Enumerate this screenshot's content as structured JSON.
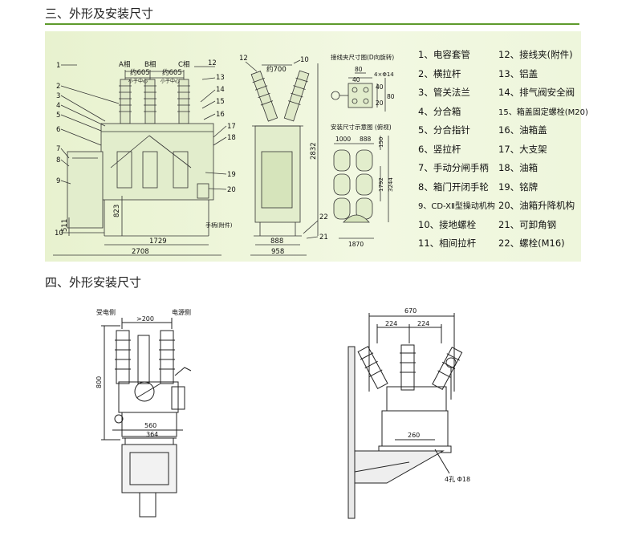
{
  "section1": {
    "title": "三、外形及安装尺寸",
    "legend_left": [
      "1、电容套管",
      "2、横拉杆",
      "3、管关法兰",
      "4、分合箱",
      "5、分合指针",
      "6、竖拉杆",
      "7、手动分闸手柄",
      "8、箱门开闭手轮",
      "9、CD-XⅡ型操动机构",
      "10、接地螺栓",
      "11、相间拉杆"
    ],
    "legend_right": [
      "12、接线夹(附件)",
      "13、铝盖",
      "14、排气阀安全阀",
      "15、箱盖固定螺栓(M20)",
      "16、油箱盖",
      "17、大支架",
      "18、油箱",
      "19、铭牌",
      "20、油箱升降机构",
      "21、可卸角钢",
      "22、螺栓(M16)"
    ],
    "front_view": {
      "phase_labels": [
        "A相",
        "B相",
        "C相"
      ],
      "spacing_labels": [
        "约605",
        "约605"
      ],
      "small_labels": [
        "小于中心",
        "小于中心"
      ],
      "callouts_left": [
        "1",
        "2",
        "3",
        "4",
        "5",
        "6",
        "7",
        "8",
        "9",
        "10"
      ],
      "callouts_right": [
        "12",
        "13",
        "14",
        "15",
        "16",
        "17",
        "18",
        "19",
        "20"
      ],
      "dim_823": "823",
      "dim_511": "511",
      "dim_1729": "1729",
      "dim_2708": "2708",
      "handle_note": "手柄(附件)"
    },
    "side_view": {
      "callouts_top": [
        "12",
        "10"
      ],
      "dim_700": "约700",
      "dim_2832": "2832",
      "dim_888": "888",
      "dim_958": "958",
      "callouts_bottom": [
        "22",
        "21"
      ]
    },
    "clamp_detail": {
      "title": "接线夹尺寸图(D向旋转)",
      "dims": [
        "80",
        "40",
        "4×Φ14",
        "40",
        "20",
        "80"
      ]
    },
    "install_plan": {
      "title": "安装尺寸示意图 (俯视)",
      "dims": [
        "1000",
        "888",
        "150",
        "1792",
        "3244",
        "1870"
      ]
    }
  },
  "section2": {
    "title": "四、外形安装尺寸",
    "left_drawing": {
      "label_load": "受电侧",
      "label_source": "电源侧",
      "dim_top": ">200",
      "dim_height": "800",
      "dim_560": "560",
      "dim_364": "364"
    },
    "right_drawing": {
      "dim_670": "670",
      "dim_224a": "224",
      "dim_224b": "224",
      "dim_260": "260",
      "hole_note": "4孔 Φ18"
    }
  }
}
